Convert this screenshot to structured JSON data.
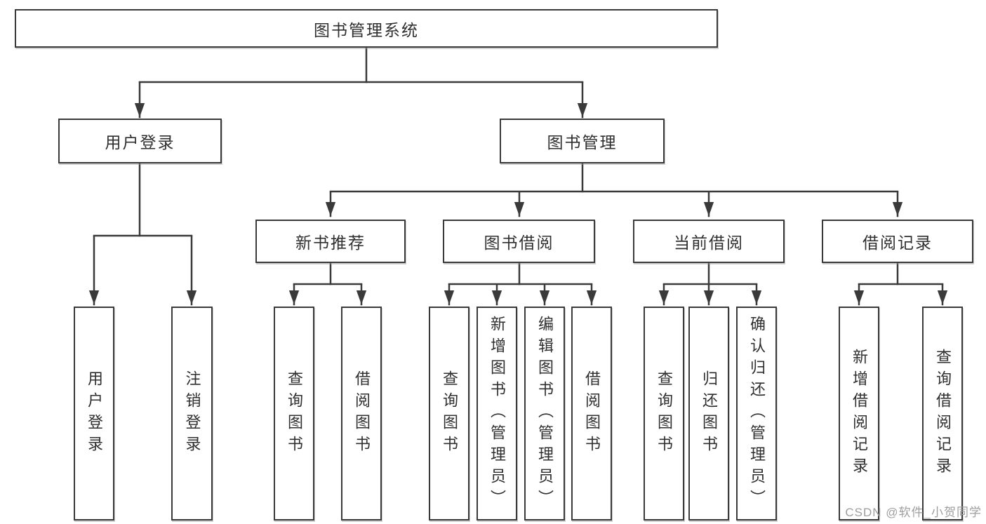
{
  "diagram": {
    "title": "图书管理系统",
    "watermark": "CSDN @软件_小贺同学",
    "colors": {
      "line": "#3a3a3a",
      "box_border": "#3a3a3a",
      "box_background": "#ffffff",
      "text": "#2f2f2f",
      "watermark": "#9e9e9e"
    },
    "tree": {
      "label": "图书管理系统",
      "children": [
        {
          "label": "用户登录",
          "children": [
            {
              "label": "用户登录"
            },
            {
              "label": "注销登录"
            }
          ]
        },
        {
          "label": "图书管理",
          "children": [
            {
              "label": "新书推荐",
              "children": [
                {
                  "label": "查询图书"
                },
                {
                  "label": "借阅图书"
                }
              ]
            },
            {
              "label": "图书借阅",
              "children": [
                {
                  "label": "查询图书"
                },
                {
                  "label": "新增图书（管理员）"
                },
                {
                  "label": "编辑图书（管理员）"
                },
                {
                  "label": "借阅图书"
                }
              ]
            },
            {
              "label": "当前借阅",
              "children": [
                {
                  "label": "查询图书"
                },
                {
                  "label": "归还图书"
                },
                {
                  "label": "确认归还（管理员）"
                }
              ]
            },
            {
              "label": "借阅记录",
              "children": [
                {
                  "label": "新增借阅记录"
                },
                {
                  "label": "查询借阅记录"
                }
              ]
            }
          ]
        }
      ]
    }
  }
}
